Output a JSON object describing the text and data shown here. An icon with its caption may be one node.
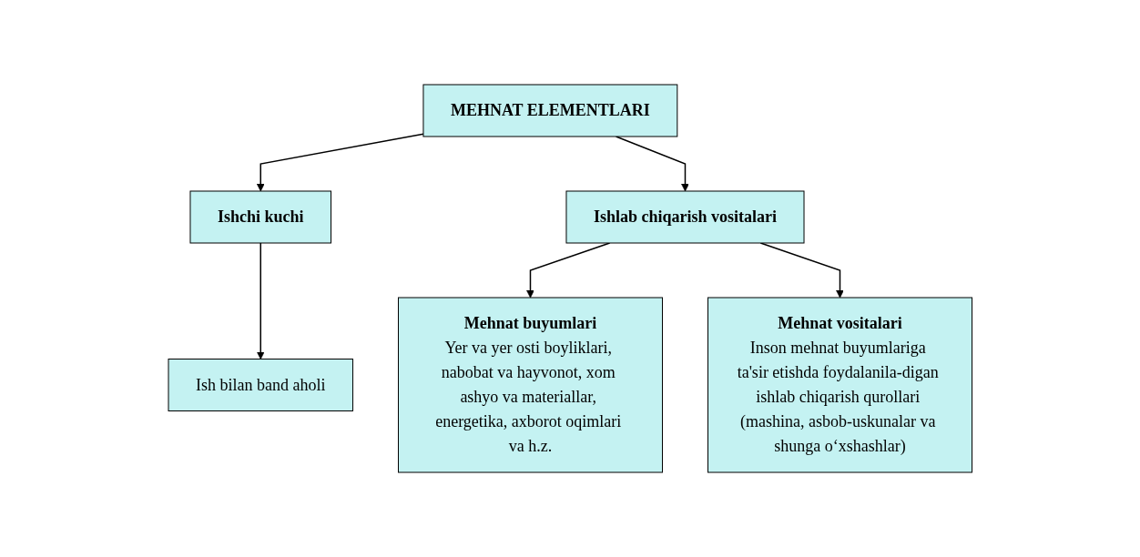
{
  "diagram": {
    "nodes": [
      {
        "text": [
          "MEHNAT ELEMENTLARI"
        ]
      },
      {
        "text": [
          "Ishchi kuchi"
        ]
      },
      {
        "text": [
          "Ishlab chiqarish vositalari"
        ]
      },
      {
        "text": [
          "Ish bilan band aholi"
        ]
      },
      {
        "text": [
          "Mehnat buyumlari",
          "Yer va yer osti boyliklari, nabobat va hayvonot, xom ashyo va materiallar, energetika, axborot oqimlari va h.z."
        ]
      },
      {
        "text": [
          "Mehnat vositalari",
          "Inson mehnat buyumlariga ta'sir etishda foydalanila-digan ishlab chiqarish qurollari (mashina, asbob-uskunalar va shunga o‘xshashlar)"
        ]
      }
    ],
    "edges": [
      {
        "from": 0,
        "to": 1,
        "arrow": "to"
      },
      {
        "from": 0,
        "to": 2,
        "arrow": "to"
      },
      {
        "from": 1,
        "to": 3,
        "arrow": "to"
      },
      {
        "from": 2,
        "to": 4,
        "arrow": "to"
      },
      {
        "from": 2,
        "to": 5,
        "arrow": "to"
      }
    ]
  }
}
